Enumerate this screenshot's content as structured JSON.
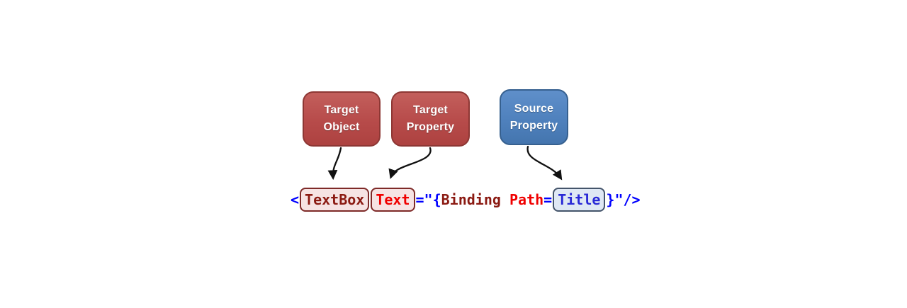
{
  "colors": {
    "red-fill": "#b74b4a",
    "red-fill-light": "#c35f5c",
    "red-fill-dark": "#ad4240",
    "red-border": "#8d3734",
    "blue-fill": "#4f81bd",
    "blue-fill-light": "#5f8fca",
    "blue-fill-dark": "#4475ae",
    "blue-border": "#36608f",
    "pink-box-fill": "#f6e3e3",
    "pink-box-border": "#7e2a28",
    "blue-box-fill": "#dfe8f4",
    "blue-box-border": "#44546a",
    "code-punct": "#0000ff",
    "code-element": "#8b1a12",
    "code-attribute": "#f00000",
    "code-value": "#2929d6",
    "arrow": "#111111"
  },
  "nodes": {
    "target_object": {
      "line1": "Target",
      "line2": "Object"
    },
    "target_property": {
      "line1": "Target",
      "line2": "Property"
    },
    "source_property": {
      "line1": "Source",
      "line2": "Property"
    }
  },
  "code": {
    "full_text": "<TextBox Text=\"{Binding Path=Title}\"/>",
    "segments": [
      {
        "text": "<",
        "role": "punctuation"
      },
      {
        "text": "TextBox",
        "role": "element-name",
        "highlight": "target-object"
      },
      {
        "text": "Text",
        "role": "attribute-name",
        "highlight": "target-property"
      },
      {
        "text": "=\"{",
        "role": "punctuation"
      },
      {
        "text": "Binding",
        "role": "markup-extension"
      },
      {
        "text": " ",
        "role": "whitespace"
      },
      {
        "text": "Path",
        "role": "attribute-name"
      },
      {
        "text": "=",
        "role": "punctuation"
      },
      {
        "text": "Title",
        "role": "attribute-value",
        "highlight": "source-property"
      },
      {
        "text": "}\"/>",
        "role": "punctuation"
      }
    ]
  }
}
